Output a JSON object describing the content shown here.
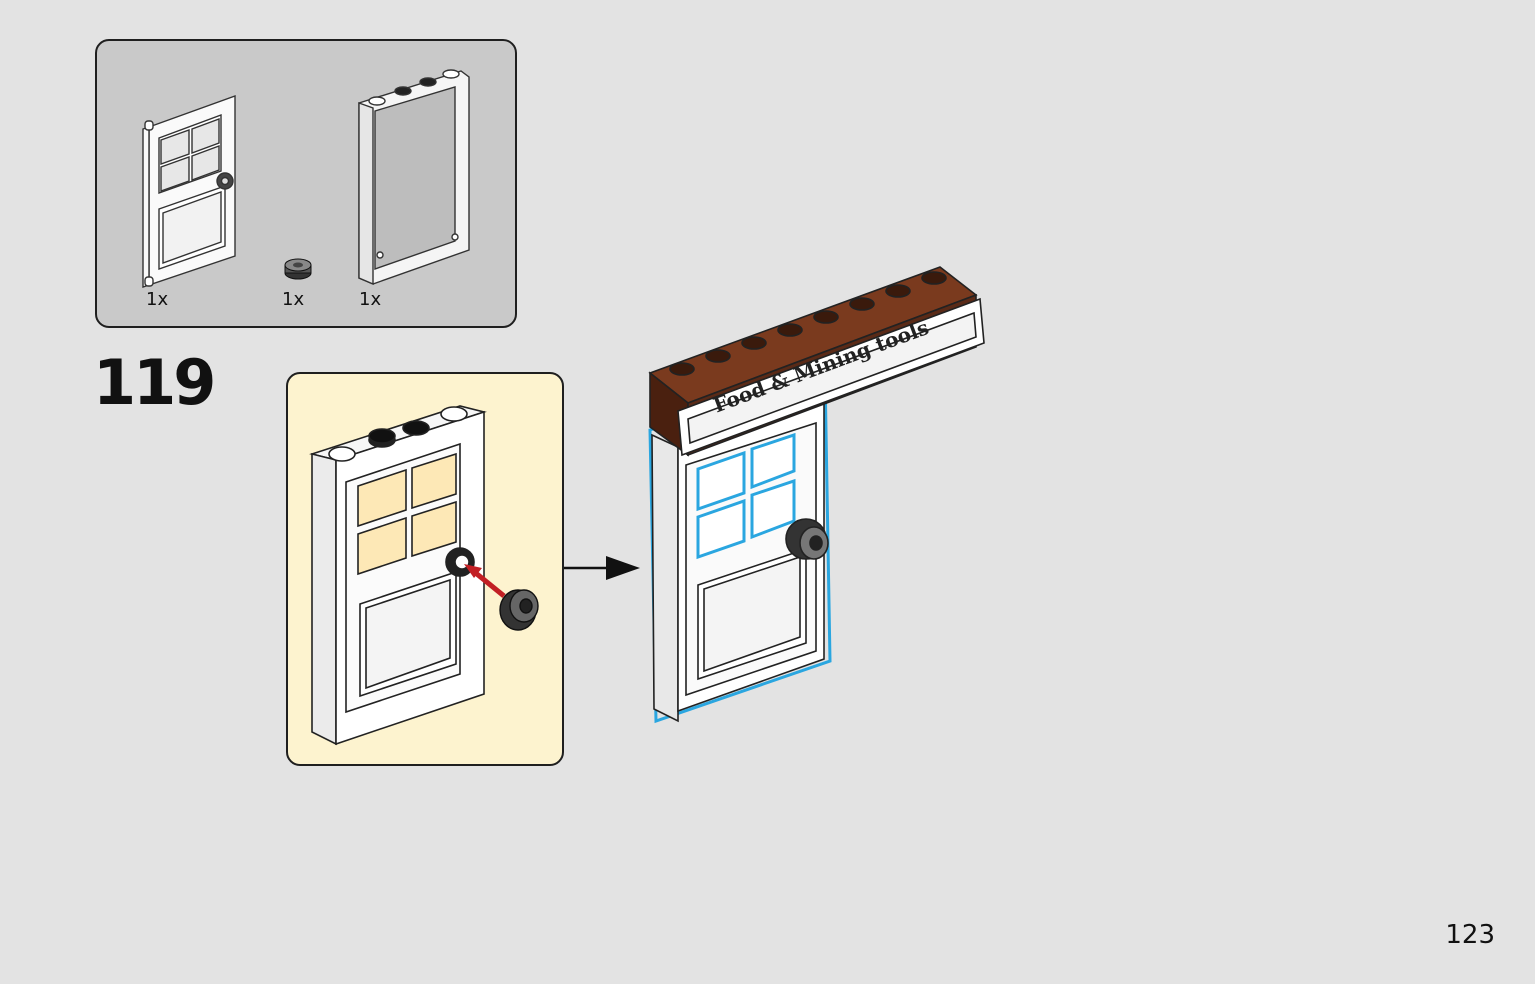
{
  "parts_list": {
    "items": [
      {
        "name": "door",
        "quantity": "1x"
      },
      {
        "name": "round-plate",
        "quantity": "1x"
      },
      {
        "name": "door-frame",
        "quantity": "1x"
      }
    ]
  },
  "step": {
    "number": "119"
  },
  "sign": {
    "text": "Food & Mining tools"
  },
  "page": {
    "number": "123"
  },
  "colors": {
    "background": "#e3e3e3",
    "parts_box": "#c9c9c9",
    "callout": "#fdf3cf",
    "brick_brown": "#5a2a17",
    "highlight_blue": "#2aa6e0",
    "insert_arrow_red": "#c21f24"
  }
}
